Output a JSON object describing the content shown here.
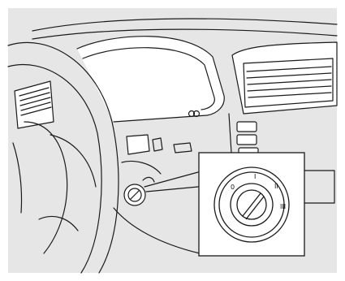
{
  "figure": {
    "background": "#e6e6e6",
    "line_color": "#1a1a1a",
    "fill_color": "#ffffff"
  },
  "inset": {
    "positions": [
      {
        "label": "0"
      },
      {
        "label": "I"
      },
      {
        "label": "II"
      },
      {
        "label": "III"
      }
    ]
  },
  "icons": {
    "headlight": "headlight-indicator-icon",
    "key": "ignition-key-icon"
  }
}
